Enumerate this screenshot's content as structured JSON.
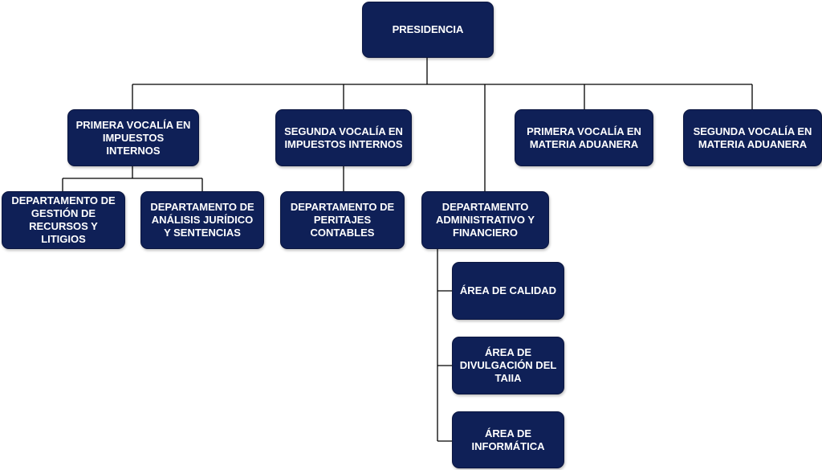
{
  "org_chart": {
    "presidencia": "PRESIDENCIA",
    "primera_vocalia_impuestos": "PRIMERA VOCALÍA EN IMPUESTOS INTERNOS",
    "segunda_vocalia_impuestos": "SEGUNDA VOCALÍA EN IMPUESTOS INTERNOS",
    "primera_vocalia_aduanera": "PRIMERA VOCALÍA EN MATERIA ADUANERA",
    "segunda_vocalia_aduanera": "SEGUNDA VOCALÍA EN MATERIA ADUANERA",
    "depto_gestion_recursos": "DEPARTAMENTO DE GESTIÓN DE RECURSOS Y LITIGIOS",
    "depto_analisis_juridico": "DEPARTAMENTO DE ANÁLISIS JURÍDICO Y SENTENCIAS",
    "depto_peritajes": "DEPARTAMENTO DE PERITAJES CONTABLES",
    "depto_administrativo": "DEPARTAMENTO ADMINISTRATIVO Y FINANCIERO",
    "area_calidad": "ÁREA DE CALIDAD",
    "area_divulgacion": "ÁREA DE DIVULGACIÓN DEL TAIIA",
    "area_informatica": "ÁREA DE INFORMÁTICA"
  },
  "colors": {
    "box_fill": "#0f2057",
    "box_text": "#ffffff",
    "connector": "#000000"
  }
}
